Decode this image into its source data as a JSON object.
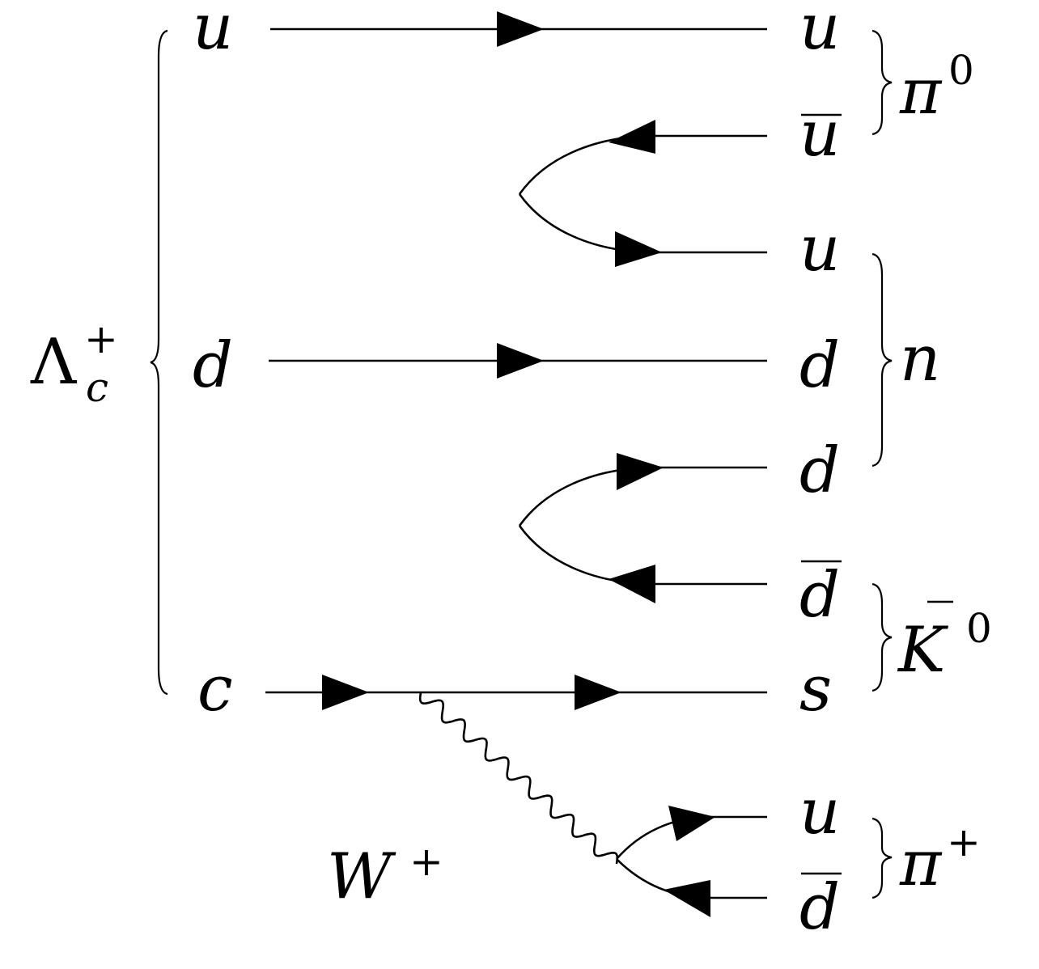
{
  "initial": {
    "hadron": {
      "base": "Λ",
      "sub": "c",
      "sup": "+"
    },
    "quarks": [
      "u",
      "d",
      "c"
    ]
  },
  "final": {
    "quarks": [
      "u",
      "u",
      "u",
      "d",
      "d",
      "d",
      "s",
      "u",
      "d"
    ],
    "bar_on": [
      false,
      true,
      false,
      false,
      false,
      true,
      false,
      false,
      true
    ]
  },
  "mesons": {
    "pi0": {
      "base": "π",
      "sup": "0"
    },
    "neutron": {
      "base": "n"
    },
    "kbar0": {
      "base": "K",
      "sup": "0"
    },
    "piplus": {
      "base": "π",
      "sup": "+"
    }
  },
  "boson": {
    "base": "W",
    "sup": "+"
  }
}
